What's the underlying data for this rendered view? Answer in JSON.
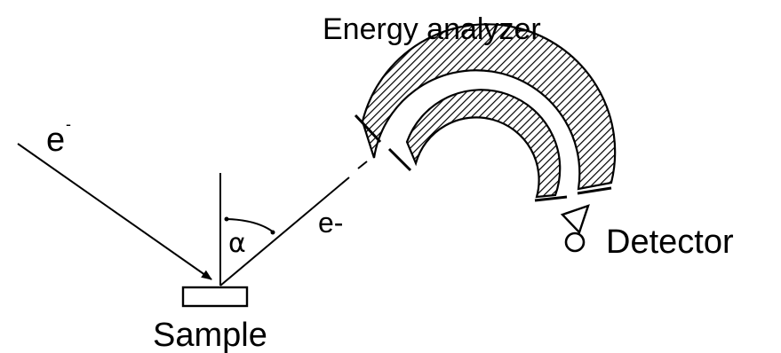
{
  "diagram": {
    "labels": {
      "incident_electron": "e",
      "incident_electron_superscript": "-",
      "emitted_electron": "e-",
      "angle": "α",
      "analyzer": "Energy analyzer",
      "detector": "Detector",
      "sample": "Sample"
    }
  }
}
